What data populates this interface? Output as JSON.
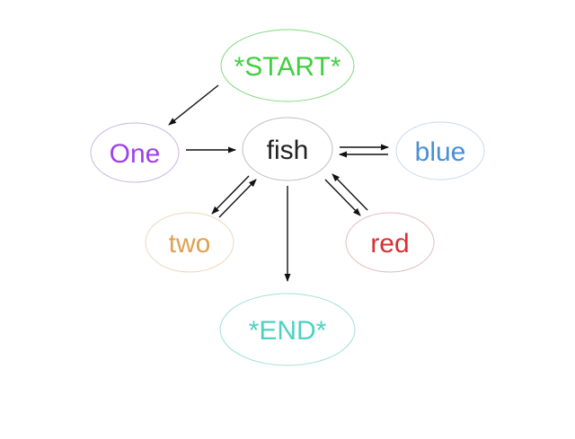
{
  "nodes": [
    {
      "id": "start",
      "label": "*START*",
      "color": "#3fcf3f",
      "border": "#7fd97f"
    },
    {
      "id": "one",
      "label": "One",
      "color": "#a040e8",
      "border": "#c9b7e0"
    },
    {
      "id": "fish",
      "label": "fish",
      "color": "#222222",
      "border": "#bfbfbf"
    },
    {
      "id": "blue",
      "label": "blue",
      "color": "#4a8fd6",
      "border": "#c7d9ec"
    },
    {
      "id": "two",
      "label": "two",
      "color": "#e0a050",
      "border": "#ecd8bd"
    },
    {
      "id": "red",
      "label": "red",
      "color": "#d93030",
      "border": "#e6bcbc"
    },
    {
      "id": "end",
      "label": "*END*",
      "color": "#4fd1c0",
      "border": "#9fe0d6"
    }
  ],
  "edges": [
    {
      "from": "start",
      "to": "one"
    },
    {
      "from": "one",
      "to": "fish"
    },
    {
      "from": "fish",
      "to": "blue"
    },
    {
      "from": "blue",
      "to": "fish"
    },
    {
      "from": "fish",
      "to": "two"
    },
    {
      "from": "two",
      "to": "fish"
    },
    {
      "from": "fish",
      "to": "red"
    },
    {
      "from": "red",
      "to": "fish"
    },
    {
      "from": "fish",
      "to": "end"
    }
  ]
}
